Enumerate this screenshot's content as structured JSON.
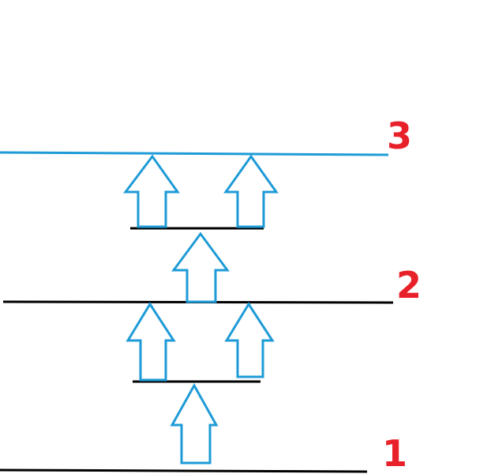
{
  "diagram": {
    "levels": [
      {
        "label": "1",
        "line_color": "#000000",
        "label_color": "#e8202a"
      },
      {
        "label": "2",
        "line_color": "#000000",
        "label_color": "#e8202a"
      },
      {
        "label": "3",
        "line_color": "#1e9bd7",
        "label_color": "#e8202a"
      }
    ],
    "platforms": [
      {
        "between_levels": [
          "1",
          "2"
        ],
        "line_color": "#000000"
      },
      {
        "between_levels": [
          "2",
          "3"
        ],
        "line_color": "#000000"
      }
    ],
    "arrow_color": "#1e9bd7",
    "arrow_direction": "up"
  }
}
